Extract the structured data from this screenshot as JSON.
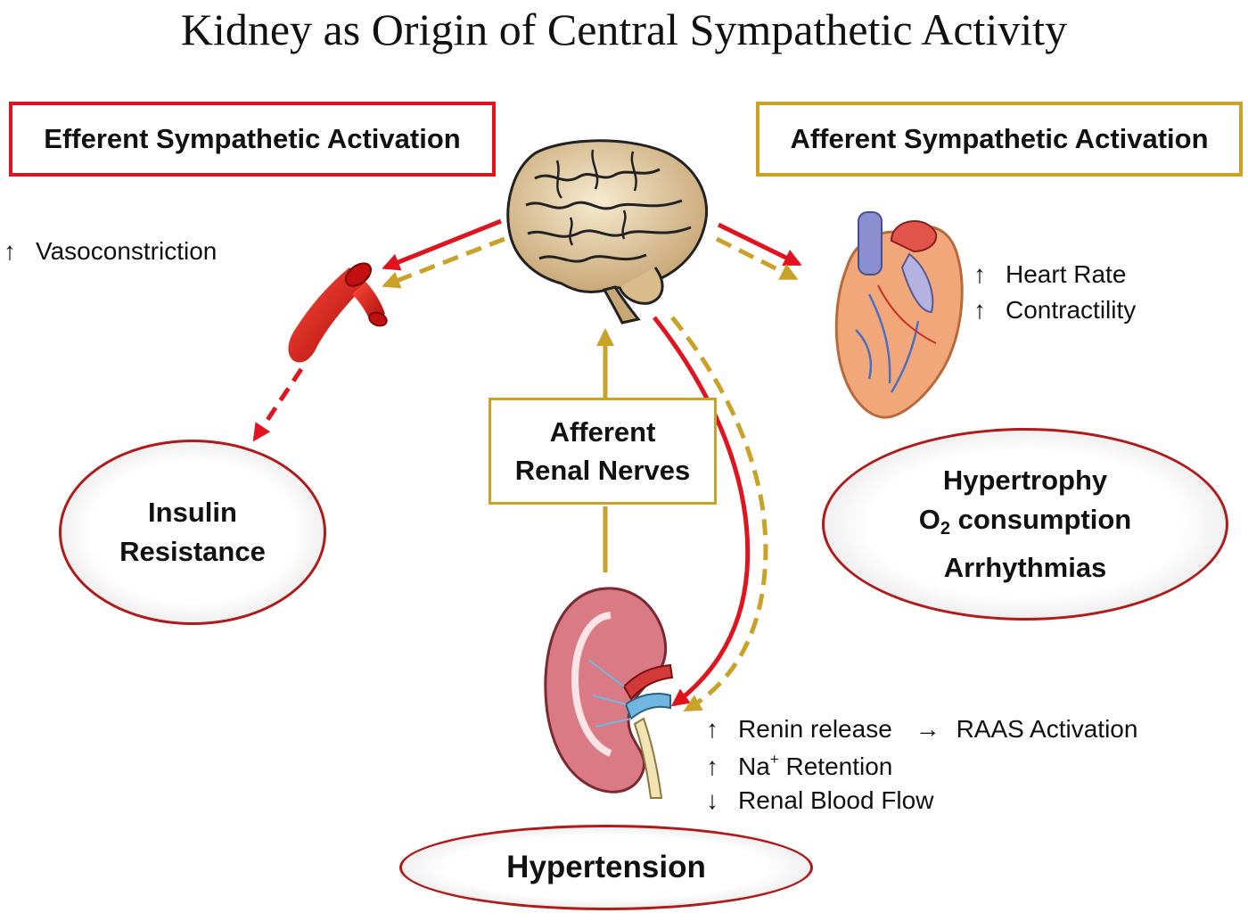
{
  "title": "Kidney as Origin of Central Sympathetic Activity",
  "efferent_label": "Efferent Sympathetic Activation",
  "afferent_label": "Afferent Sympathetic Activation",
  "vasoconstriction": {
    "arrow": "↑",
    "text": "Vasoconstriction"
  },
  "heart_effects": [
    {
      "arrow": "↑",
      "text": "Heart Rate"
    },
    {
      "arrow": "↑",
      "text": "Contractility"
    }
  ],
  "insulin": {
    "line1": "Insulin",
    "line2": "Resistance"
  },
  "renal_nerves": {
    "line1": "Afferent",
    "line2": "Renal Nerves"
  },
  "cardiac_outcomes": {
    "line1": "Hypertrophy",
    "o2_prefix": "O",
    "o2_sub": "2",
    "o2_suffix": " consumption",
    "line3": "Arrhythmias"
  },
  "kidney_effects": {
    "renin": {
      "arrow": "↑",
      "text": "Renin release",
      "sep": "→",
      "result": "RAAS Activation"
    },
    "sodium": {
      "arrow": "↑",
      "prefix": "Na",
      "sup": "+",
      "suffix": " Retention"
    },
    "flow": {
      "arrow": "↓",
      "text": "Renal Blood Flow"
    }
  },
  "hypertension": "Hypertension",
  "colors": {
    "efferent_red": "#e0141e",
    "afferent_gold": "#c9a227",
    "ellipse_border": "#b01a1a"
  }
}
